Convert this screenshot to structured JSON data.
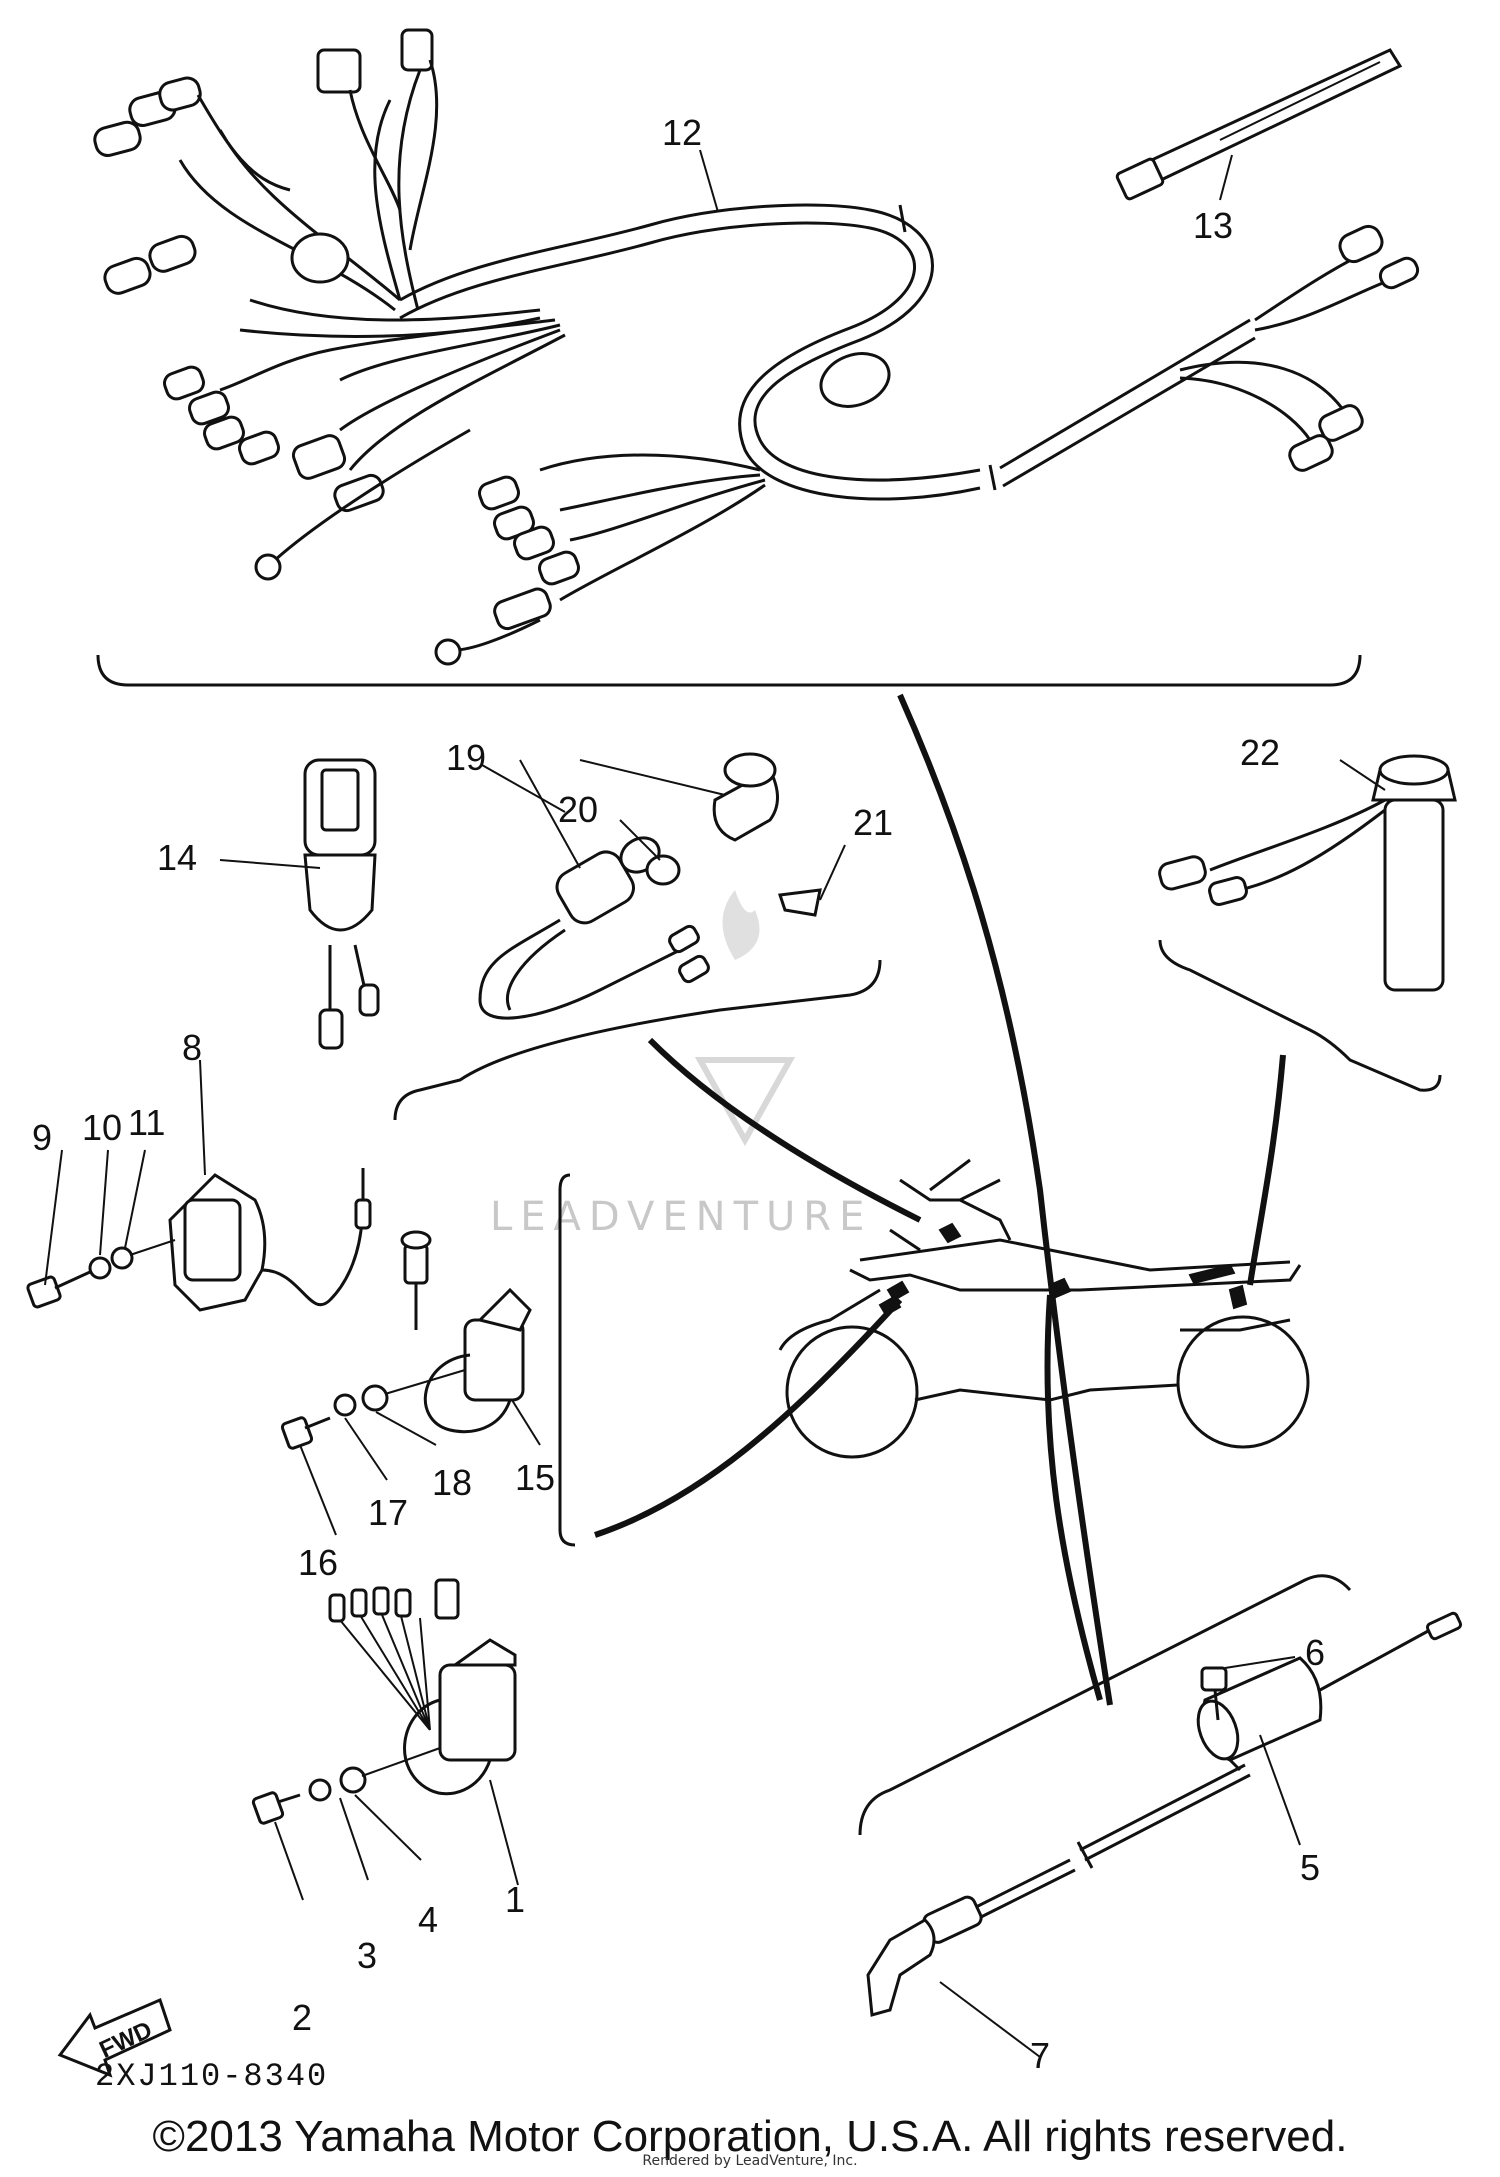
{
  "callouts": [
    "1",
    "2",
    "3",
    "4",
    "5",
    "6",
    "7",
    "8",
    "9",
    "10",
    "11",
    "12",
    "13",
    "14",
    "15",
    "16",
    "17",
    "18",
    "19",
    "20",
    "21",
    "22"
  ],
  "fwd_label": "FWD",
  "drawing_code": "2XJ110-8340",
  "watermark": "LEADVENTURE",
  "copyright": "©2013 Yamaha Motor Corporation, U.S.A. All rights reserved.",
  "rendered_by": "Rendered by LeadVenture, Inc."
}
